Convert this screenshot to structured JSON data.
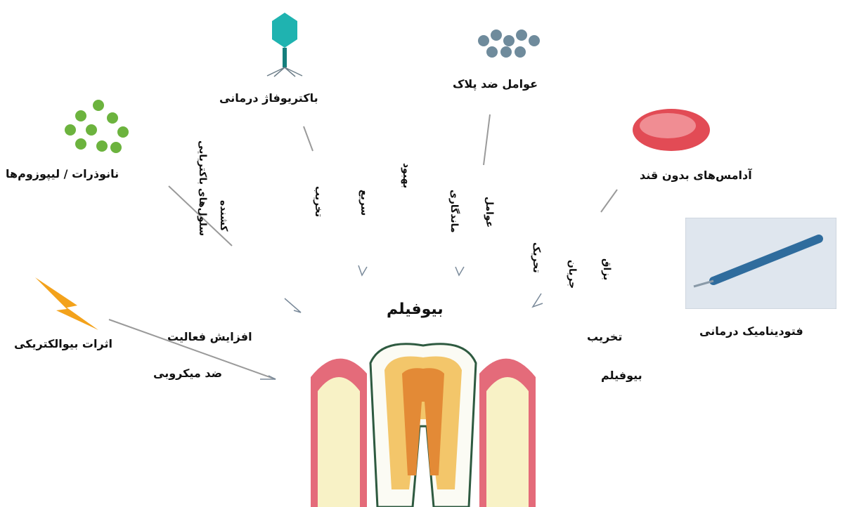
{
  "center": {
    "title": "بیوفیلم"
  },
  "nodes": {
    "bacteriophage": "باکتریوفاژ درمانی",
    "antiplaque": "عوامل ضد پلاک",
    "sugarfree_gum": "آدامس‌های بدون قند",
    "nanoparticles": "نانوذرات / لیپوزوم‌ها",
    "photodynamic": "فتودینامیک درمانی",
    "bioelectric": "اثرات بیوالکتریکی"
  },
  "edge_labels": {
    "increase_activity": "افزایش فعالیت",
    "antimicrobial": "ضد میکروبی",
    "destruction": "تخریب",
    "biofilm_small": "بیوفیلم",
    "cells_bacteria": "سلول‌های باکتریایی",
    "lethal": "کشنده",
    "rapid": "سریع",
    "destroy": "تخریب",
    "improve": "بهبود",
    "retention": "ماندگاری",
    "agents": "عوامل",
    "stimulate": "تحریک",
    "flow": "جریان",
    "saliva": "بزاق"
  },
  "colors": {
    "tooth_gum": "#e46b7a",
    "tooth_bone": "#f8f2c6",
    "tooth_dentin": "#f3c66a",
    "tooth_pulp": "#e38a36",
    "nanoparticle": "#6cb33e",
    "phage": "#1fb3b0",
    "gum_piece": "#e24b55",
    "lightning": "#f3a21b"
  },
  "icons": [
    "phage-icon",
    "plaque-agents-icon",
    "gum-icon",
    "nanoparticles-icon",
    "photodynamic-probe-icon",
    "lightning-icon",
    "tooth-icon"
  ]
}
